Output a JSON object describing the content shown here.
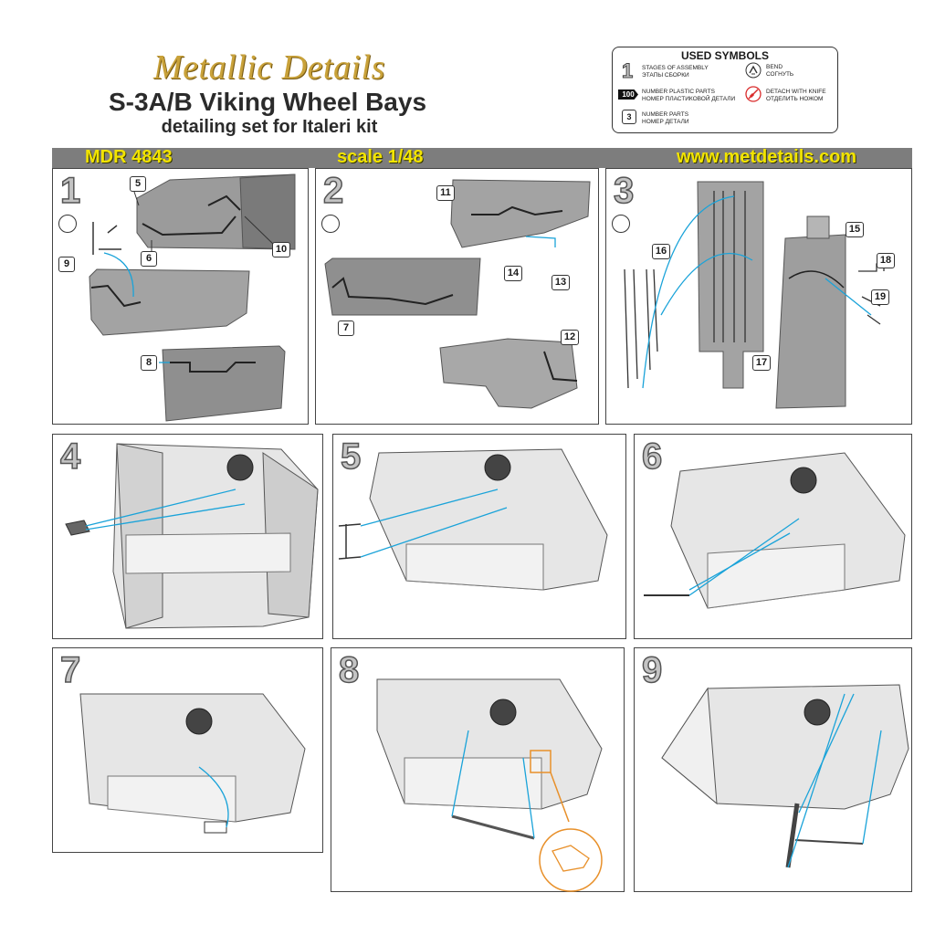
{
  "header": {
    "brand": "Metallic Details",
    "title": "S-3A/B Viking Wheel Bays",
    "subtitle": "detailing set for Italeri kit"
  },
  "legend": {
    "title": "USED SYMBOLS",
    "stage_numeral": "1",
    "stages_en": "STAGES OF ASSEMBLY",
    "stages_ru": "ЭТАПЫ СБОРКИ",
    "plastic_badge": "100",
    "plastic_en": "NUMBER PLASTIC PARTS",
    "plastic_ru": "НОМЕР ПЛАСТИКОВОЙ ДЕТАЛИ",
    "parts_badge": "3",
    "parts_en": "NUMBER PARTS",
    "parts_ru": "НОМЕР ДЕТАЛИ",
    "bend_en": "BEND",
    "bend_ru": "СОГНУТЬ",
    "detach_en": "DETACH WITH KNIFE",
    "detach_ru": "ОТДЕЛИТЬ НОЖОМ"
  },
  "banner": {
    "code": "MDR 4843",
    "scale": "scale 1/48",
    "url": "www.metdetails.com"
  },
  "steps": {
    "s1": {
      "num": "1",
      "callouts": [
        "5",
        "6",
        "10",
        "9",
        "8"
      ]
    },
    "s2": {
      "num": "2",
      "callouts": [
        "11",
        "14",
        "13",
        "7",
        "12"
      ]
    },
    "s3": {
      "num": "3",
      "callouts": [
        "16",
        "15",
        "18",
        "19",
        "17"
      ]
    },
    "s4": {
      "num": "4"
    },
    "s5": {
      "num": "5"
    },
    "s6": {
      "num": "6"
    },
    "s7": {
      "num": "7"
    },
    "s8": {
      "num": "8"
    },
    "s9": {
      "num": "9"
    }
  },
  "colors": {
    "guide_line": "#1aa3d9",
    "detail_highlight": "#e8902a",
    "banner_bg": "#7d7d7d",
    "banner_text": "#f2e400",
    "brand_gold": "#c9a23a"
  }
}
